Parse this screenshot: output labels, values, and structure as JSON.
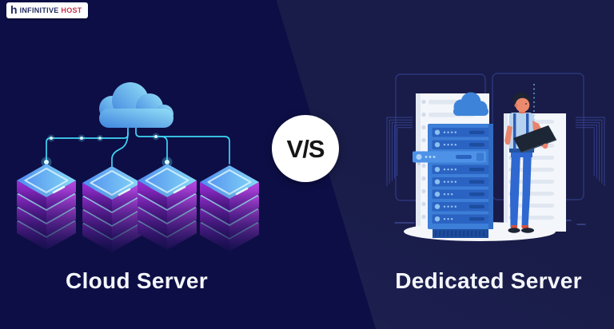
{
  "banner": {
    "logo": {
      "mark": "h",
      "primary": "INFINITIVE",
      "secondary": "HOST"
    },
    "versus": {
      "label": "V/S"
    },
    "left_section": {
      "label": "Cloud Server",
      "illustration": "cloud-connected-server-stacks"
    },
    "right_section": {
      "label": "Dedicated Server",
      "illustration": "server-rack-with-technician"
    },
    "colors": {
      "bg_left": "#0d0e45",
      "bg_right": "#1a1d4b",
      "accent_cyan": "#3fd6f6",
      "cloud_gradient": [
        "#3e83de",
        "#93dff7"
      ],
      "iso_top_blue": [
        "#4f8bee",
        "#86d9f7"
      ],
      "iso_side_purple": [
        "#9b2ed3",
        "#4f1586"
      ],
      "rack_blue": "#3c7ed8",
      "rack_unit_blue": "#2b63c2",
      "panel_white": "#f3f6fb",
      "logo_navy": "#232a5e",
      "logo_red": "#c5334f",
      "vs_bg": "#ffffff",
      "vs_text": "#161616",
      "label_white": "#f4f6fb"
    },
    "icons": {
      "logo_mark": "infinitive-host-h-mark",
      "left": "cloud-icon",
      "right": "cloud-icon-small",
      "badge": "vs-badge"
    }
  }
}
